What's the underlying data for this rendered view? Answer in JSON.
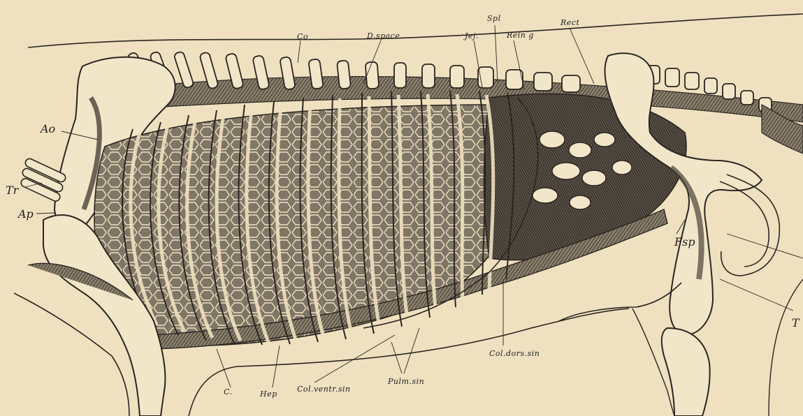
{
  "figure": {
    "labels": {
      "co": "Co",
      "d_space": "D.space",
      "jej": "Jej.",
      "spl": "Spl",
      "rein_g": "Rein g",
      "rect": "Rect",
      "ao": "Ao",
      "tr": "Tr",
      "ap": "Ap",
      "fsp": "Fsp",
      "t": "T",
      "c": "C.",
      "hep": "Hep",
      "col_ventr_sin": "Col.ventr.sin",
      "pulm_sin": "Pulm.sin",
      "col_dors_sin": "Col.dors.sin"
    },
    "colors": {
      "paper": "#efe0bf",
      "ink": "#2a2520",
      "shade": "#5a5248",
      "bone": "#f2e6c8"
    }
  }
}
